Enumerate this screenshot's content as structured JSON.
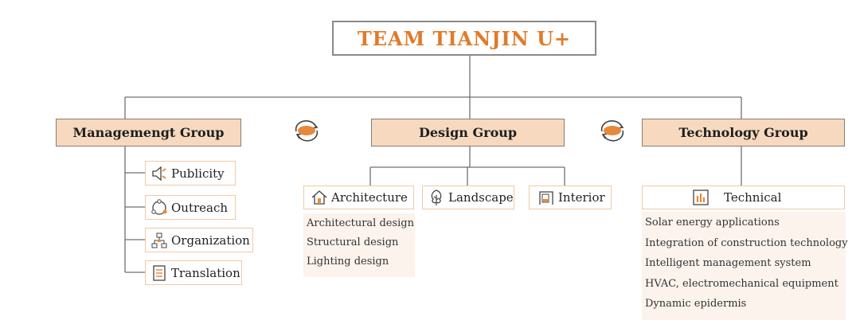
{
  "title": "TEAM TIANJIN U+",
  "groups": {
    "management": {
      "label": "Managemengt Group",
      "items": [
        {
          "label": "Publicity",
          "icon": "megaphone-icon"
        },
        {
          "label": "Outreach",
          "icon": "network-circle-icon"
        },
        {
          "label": "Organization",
          "icon": "org-chart-icon"
        },
        {
          "label": "Translation",
          "icon": "document-icon"
        }
      ]
    },
    "design": {
      "label": "Design Group",
      "items": [
        {
          "label": "Architecture",
          "icon": "house-icon"
        },
        {
          "label": "Landscape",
          "icon": "tree-icon"
        },
        {
          "label": "Interior",
          "icon": "room-icon"
        }
      ],
      "architecture_details": [
        "Architectural design",
        "Structural design",
        "Lighting design"
      ]
    },
    "technology": {
      "label": "Technology Group",
      "items": [
        {
          "label": "Technical",
          "icon": "equalizer-icon"
        }
      ],
      "technical_details": [
        "Solar energy applications",
        "Integration of construction technology",
        "Intelligent management system",
        "HVAC, electromechanical equipment",
        "Dynamic epidermis"
      ]
    }
  },
  "colors": {
    "title": "#e07b2a",
    "group_fill": "#f6d9bf",
    "accent_orange": "#e8883a",
    "sub_border": "#f1c9a4",
    "detail_bg": "#fbf3ec"
  }
}
